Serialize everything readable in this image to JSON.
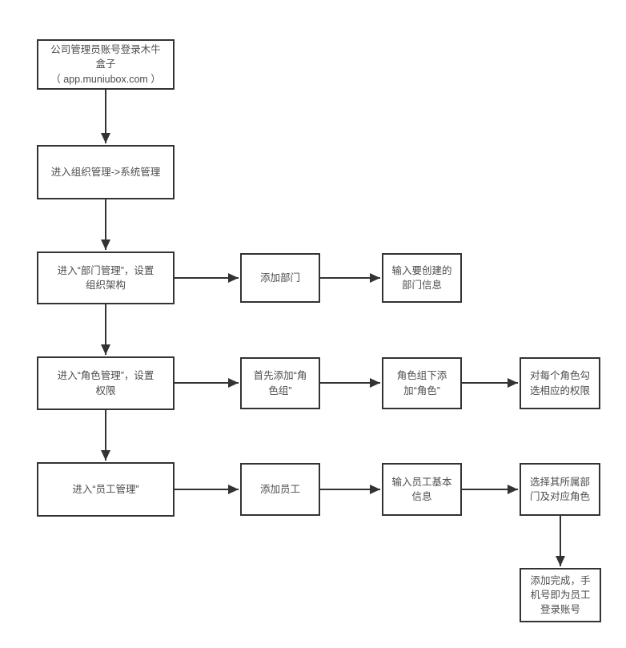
{
  "diagram": {
    "type": "flowchart",
    "colors": {
      "background": "#ffffff",
      "node_border": "#333333",
      "node_fill": "#ffffff",
      "arrow": "#333333",
      "text": "#4d4d4d"
    },
    "nodes": [
      {
        "id": "admin-login",
        "label": "公司管理员账号登录木牛\n盒子\n（ app.muniubox.com ）"
      },
      {
        "id": "enter-org-system",
        "label": "进入组织管理->系统管理"
      },
      {
        "id": "dept-management",
        "label": "进入“部门管理”，设置\n组织架构"
      },
      {
        "id": "add-department",
        "label": "添加部门"
      },
      {
        "id": "department-info",
        "label": "输入要创建的\n部门信息"
      },
      {
        "id": "role-management",
        "label": "进入“角色管理”，设置\n权限"
      },
      {
        "id": "add-role-group",
        "label": "首先添加“角\n色组”"
      },
      {
        "id": "add-role",
        "label": "角色组下添\n加“角色”"
      },
      {
        "id": "assign-permissions",
        "label": "对每个角色勾\n选相应的权限"
      },
      {
        "id": "employee-management",
        "label": "进入“员工管理”"
      },
      {
        "id": "add-employee",
        "label": "添加员工"
      },
      {
        "id": "employee-info",
        "label": "输入员工基本\n信息"
      },
      {
        "id": "select-dept-role",
        "label": "选择其所属部\n门及对应角色"
      },
      {
        "id": "add-complete",
        "label": "添加完成，手\n机号即为员工\n登录账号"
      }
    ],
    "edges": [
      {
        "from": "admin-login",
        "to": "enter-org-system"
      },
      {
        "from": "enter-org-system",
        "to": "dept-management"
      },
      {
        "from": "dept-management",
        "to": "add-department"
      },
      {
        "from": "add-department",
        "to": "department-info"
      },
      {
        "from": "dept-management",
        "to": "role-management"
      },
      {
        "from": "role-management",
        "to": "add-role-group"
      },
      {
        "from": "add-role-group",
        "to": "add-role"
      },
      {
        "from": "add-role",
        "to": "assign-permissions"
      },
      {
        "from": "role-management",
        "to": "employee-management"
      },
      {
        "from": "employee-management",
        "to": "add-employee"
      },
      {
        "from": "add-employee",
        "to": "employee-info"
      },
      {
        "from": "employee-info",
        "to": "select-dept-role"
      },
      {
        "from": "select-dept-role",
        "to": "add-complete"
      }
    ]
  }
}
